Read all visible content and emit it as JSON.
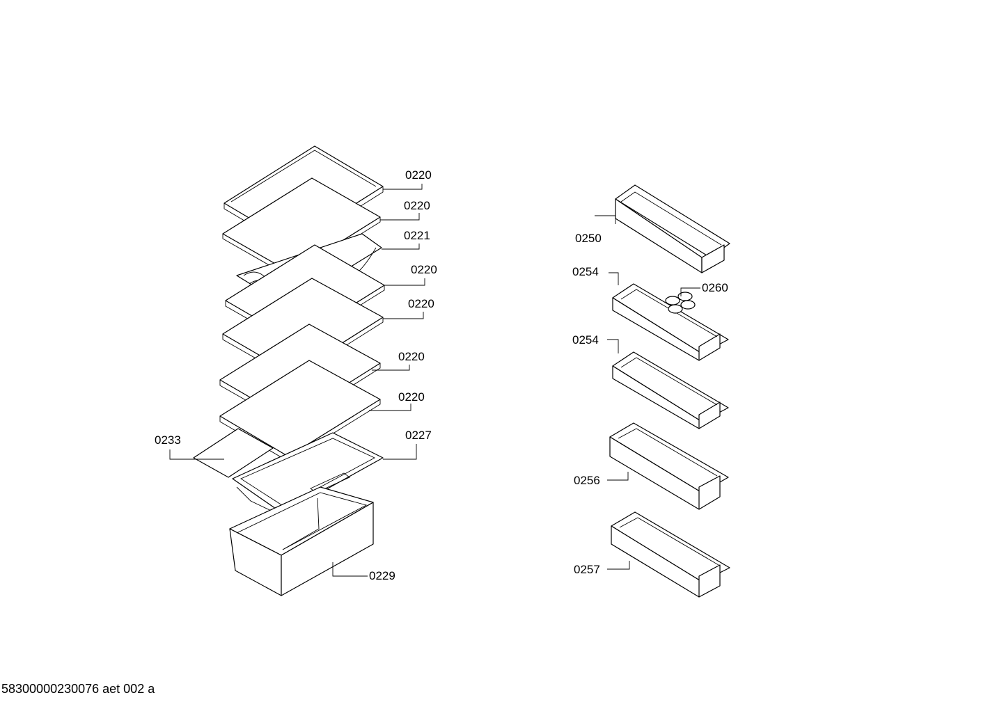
{
  "labels": {
    "shelf_1": "0220",
    "shelf_2": "0220",
    "bottle_rack": "0221",
    "shelf_3": "0220",
    "shelf_4": "0220",
    "shelf_5": "0220",
    "shelf_6": "0220",
    "drawer_cover": "0227",
    "glass_plate": "0233",
    "drawer": "0229",
    "door_rack_top": "0250",
    "door_shelf_1": "0254",
    "egg_tray": "0260",
    "door_shelf_2": "0254",
    "door_shelf_3": "0256",
    "door_shelf_4": "0257"
  },
  "footer": "58300000230076 aet 002 a"
}
